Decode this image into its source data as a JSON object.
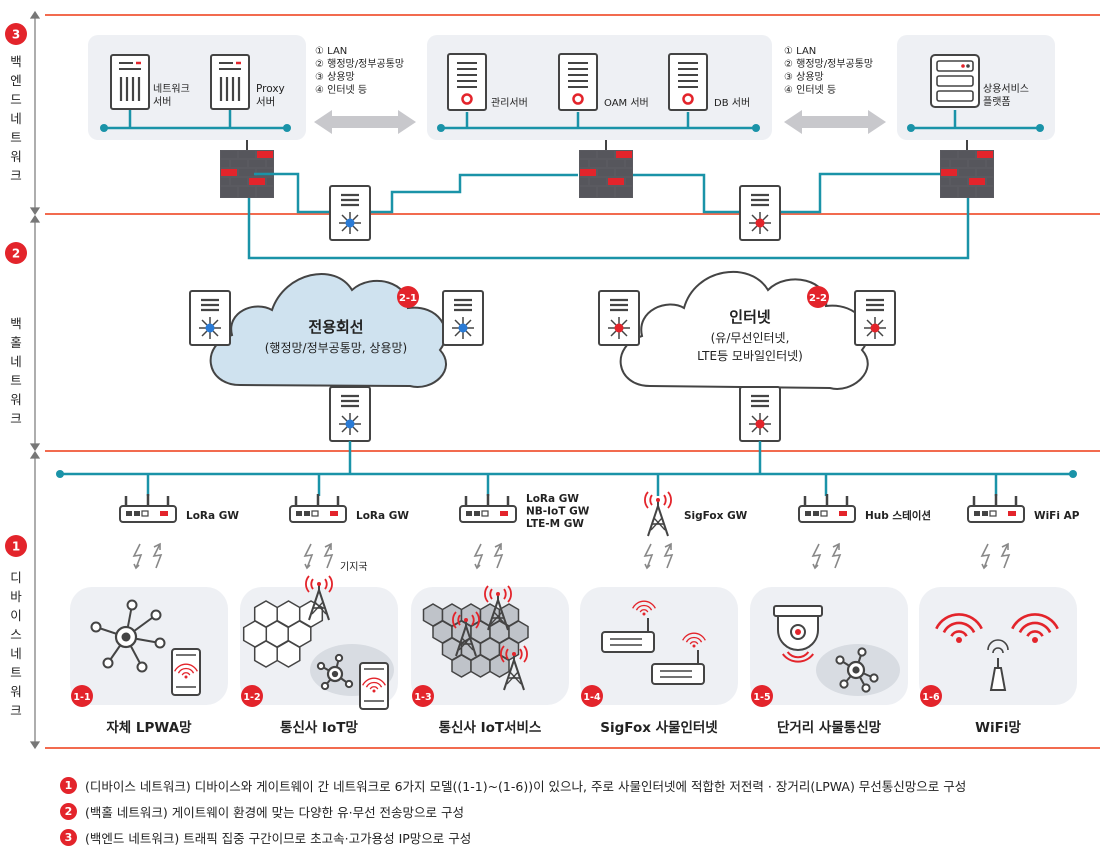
{
  "layers": {
    "backend": {
      "num": "3",
      "label": "백엔드네트워크"
    },
    "backhaul": {
      "num": "2",
      "label": "백홀네트워크"
    },
    "device": {
      "num": "1",
      "label": "디바이스네트워크"
    }
  },
  "backend": {
    "group1": {
      "server1": "네트워크\n서버",
      "server2": "Proxy\n서버"
    },
    "group2": {
      "server1": "관리서버",
      "server2": "OAM 서버",
      "server3": "DB 서버"
    },
    "group3": {
      "server1": "상용서비스\n플랫폼"
    },
    "net_list_left": [
      "① LAN",
      "② 행정망/정부공통망",
      "③ 상용망",
      "④ 인터넷 등"
    ],
    "net_list_right": [
      "① LAN",
      "② 행정망/정부공통망",
      "③ 상용망",
      "④ 인터넷 등"
    ]
  },
  "backhaul": {
    "cloud1": {
      "badge": "2-1",
      "title": "전용회선",
      "subtitle": "(행정망/정부공통망, 상용망)"
    },
    "cloud2": {
      "badge": "2-2",
      "title": "인터넷",
      "subtitle1": "(유/무선인터넷,",
      "subtitle2": "LTE등 모바일인터넷)"
    }
  },
  "gateways": [
    {
      "label": "LoRa GW"
    },
    {
      "label": "LoRa GW"
    },
    {
      "label": "LoRa GW\nNB-IoT GW\nLTE-M GW"
    },
    {
      "label": "SigFox GW"
    },
    {
      "label": "Hub 스테이션"
    },
    {
      "label": "WiFi AP"
    }
  ],
  "base_station_label": "기지국",
  "device_panels": [
    {
      "badge": "1-1",
      "label": "자체 LPWA망"
    },
    {
      "badge": "1-2",
      "label": "통신사 IoT망"
    },
    {
      "badge": "1-3",
      "label": "통신사 IoT서비스"
    },
    {
      "badge": "1-4",
      "label": "SigFox 사물인터넷"
    },
    {
      "badge": "1-5",
      "label": "단거리 사물통신망"
    },
    {
      "badge": "1-6",
      "label": "WiFi망"
    }
  ],
  "notes": [
    {
      "num": "1",
      "text": "(디바이스 네트워크) 디바이스와 게이트웨이 간 네트워크로 6가지 모델((1-1)~(1-6))이 있으나, 주로 사물인터넷에 적합한 저전력 · 장거리(LPWA) 무선통신망으로 구성"
    },
    {
      "num": "2",
      "text": "(백홀 네트워크) 게이트웨이 환경에 맞는 다양한 유·무선 전송망으로 구성"
    },
    {
      "num": "3",
      "text": "(백엔드 네트워크) 트래픽 집중 구간이므로 초고속·고가용성 IP망으로 구성"
    }
  ],
  "colors": {
    "accent": "#e3242b",
    "link": "#1a93a8",
    "panel": "#eef0f4",
    "cloud": "#cfe2ef",
    "separator": "#f26b4f"
  }
}
